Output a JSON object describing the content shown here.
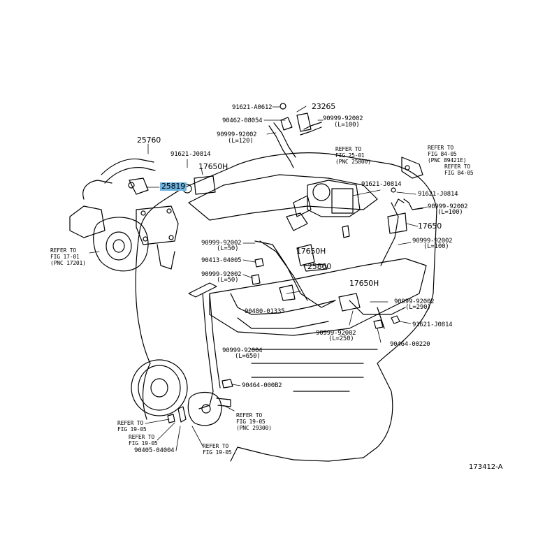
{
  "diagram": {
    "figure_code": "173412-A",
    "highlight_color": "#6fb3e0",
    "parts": {
      "p23265": "23265",
      "p91621_a0612": "91621-A0612",
      "p90462": "90462-08054",
      "p90999_top_r": "90999-92002",
      "p90999_top_r_len": "(L=100)",
      "p90999_top_l": "90999-92002",
      "p90999_top_l_len": "(L=120)",
      "p25760": "25760",
      "p91621_j0814_a": "91621-J0814",
      "p17650h_a": "17650H",
      "p25819": "25819",
      "p90999_mid1": "90999-92002",
      "p90999_mid1_len": "(L=50)",
      "p90413": "90413-04005",
      "p90999_mid2": "90999-92002",
      "p90999_mid2_len": "(L=50)",
      "p90480": "90480-01335",
      "p17650h_b": "17650H",
      "p25860": "25860",
      "p91621_j0814_b": "91621-J0814",
      "p91621_j0814_c": "91621-J0814",
      "p90999_r1": "90999-92002",
      "p90999_r1_len": "(L=100)",
      "p17650": "17650",
      "p90999_r2": "90999-92002",
      "p90999_r2_len": "(L=100)",
      "p17650h_c": "17650H",
      "p90999_r3": "90999-92002",
      "p90999_r3_len": "(L=290)",
      "p91621_j0814_d": "91621-J0814",
      "p90999_bot": "90999-92002",
      "p90999_bot_len": "(L=250)",
      "p90464_220": "90464-00220",
      "p90999_92004": "90999-92004",
      "p90999_92004_len": "(L=650)",
      "p90464_b2": "90464-000B2",
      "p90405": "90405-04004"
    },
    "refs": {
      "r_fig25": [
        "REFER TO",
        "FIG 25-01",
        "(PNC 25800)"
      ],
      "r_fig84a": [
        "REFER TO",
        "FIG 84-05",
        "(PNC 89421E)"
      ],
      "r_fig84b": [
        "REFER TO",
        "FIG 84-05"
      ],
      "r_fig17": [
        "REFER TO",
        "FIG 17-01",
        "(PNC 17201)"
      ],
      "r_fig19a": [
        "REFER TO",
        "FIG 19-05"
      ],
      "r_fig19b": [
        "REFER TO",
        "FIG 19-05"
      ],
      "r_fig19c": [
        "REFER TO",
        "FIG 19-05",
        "(PNC 29300)"
      ],
      "r_fig19d": [
        "REFER TO",
        "FIG 19-05"
      ]
    }
  }
}
